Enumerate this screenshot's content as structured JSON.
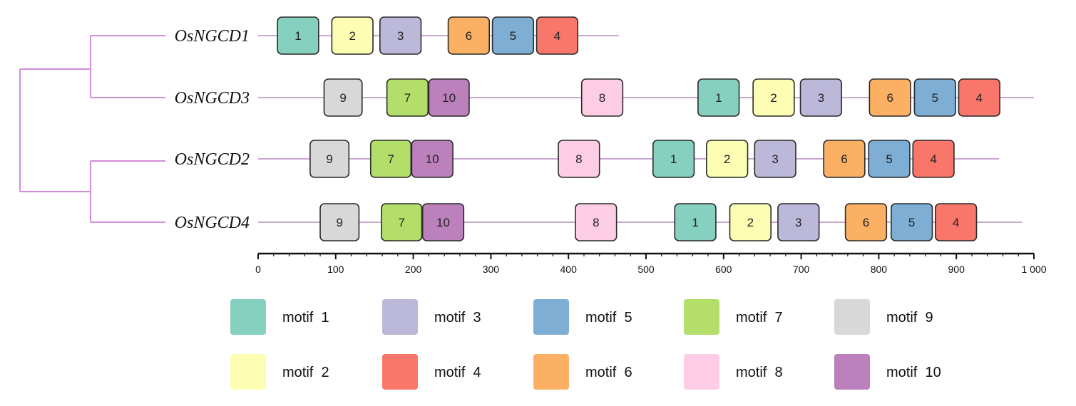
{
  "figure": {
    "tree_color": "#d08cd8",
    "backbone_color": "#c9a6cf"
  },
  "axis": {
    "min": 0,
    "max": 1000,
    "tick_values": [
      0,
      100,
      200,
      300,
      400,
      500,
      600,
      700,
      800,
      900,
      1000
    ],
    "tick_labels": [
      "0",
      "100",
      "200",
      "300",
      "400",
      "500",
      "600",
      "700",
      "800",
      "900",
      "1 000"
    ]
  },
  "motif_colors": {
    "1": "#85d0be",
    "2": "#fdfdb3",
    "3": "#bcb8d9",
    "4": "#f8776a",
    "5": "#7eaed3",
    "6": "#fbb063",
    "7": "#b3de69",
    "8": "#fccde5",
    "9": "#d8d8d8",
    "10": "#bc80bd"
  },
  "genes": [
    {
      "name": "OsNGCD1",
      "length": 465,
      "motifs": [
        {
          "id": "1",
          "label": "1",
          "start": 25,
          "end": 78
        },
        {
          "id": "2",
          "label": "2",
          "start": 95,
          "end": 148
        },
        {
          "id": "3",
          "label": "3",
          "start": 157,
          "end": 210
        },
        {
          "id": "6",
          "label": "6",
          "start": 245,
          "end": 298
        },
        {
          "id": "5",
          "label": "5",
          "start": 302,
          "end": 355
        },
        {
          "id": "4",
          "label": "4",
          "start": 359,
          "end": 412
        }
      ]
    },
    {
      "name": "OsNGCD3",
      "length": 1000,
      "motifs": [
        {
          "id": "9",
          "label": "9",
          "start": 85,
          "end": 134
        },
        {
          "id": "7",
          "label": "7",
          "start": 166,
          "end": 219
        },
        {
          "id": "10",
          "label": "10",
          "start": 220,
          "end": 272
        },
        {
          "id": "8",
          "label": "8",
          "start": 417,
          "end": 470
        },
        {
          "id": "1",
          "label": "1",
          "start": 567,
          "end": 620
        },
        {
          "id": "2",
          "label": "2",
          "start": 638,
          "end": 691
        },
        {
          "id": "3",
          "label": "3",
          "start": 699,
          "end": 752
        },
        {
          "id": "6",
          "label": "6",
          "start": 788,
          "end": 841
        },
        {
          "id": "5",
          "label": "5",
          "start": 846,
          "end": 899
        },
        {
          "id": "4",
          "label": "4",
          "start": 903,
          "end": 956
        }
      ]
    },
    {
      "name": "OsNGCD2",
      "length": 955,
      "motifs": [
        {
          "id": "9",
          "label": "9",
          "start": 67,
          "end": 117
        },
        {
          "id": "7",
          "label": "7",
          "start": 145,
          "end": 197
        },
        {
          "id": "10",
          "label": "10",
          "start": 198,
          "end": 251
        },
        {
          "id": "8",
          "label": "8",
          "start": 387,
          "end": 440
        },
        {
          "id": "1",
          "label": "1",
          "start": 509,
          "end": 562
        },
        {
          "id": "2",
          "label": "2",
          "start": 578,
          "end": 631
        },
        {
          "id": "3",
          "label": "3",
          "start": 640,
          "end": 693
        },
        {
          "id": "6",
          "label": "6",
          "start": 729,
          "end": 782
        },
        {
          "id": "5",
          "label": "5",
          "start": 787,
          "end": 840
        },
        {
          "id": "4",
          "label": "4",
          "start": 844,
          "end": 897
        }
      ]
    },
    {
      "name": "OsNGCD4",
      "length": 985,
      "motifs": [
        {
          "id": "9",
          "label": "9",
          "start": 80,
          "end": 130
        },
        {
          "id": "7",
          "label": "7",
          "start": 159,
          "end": 211
        },
        {
          "id": "10",
          "label": "10",
          "start": 212,
          "end": 265
        },
        {
          "id": "8",
          "label": "8",
          "start": 409,
          "end": 462
        },
        {
          "id": "1",
          "label": "1",
          "start": 537,
          "end": 590
        },
        {
          "id": "2",
          "label": "2",
          "start": 608,
          "end": 661
        },
        {
          "id": "3",
          "label": "3",
          "start": 670,
          "end": 723
        },
        {
          "id": "6",
          "label": "6",
          "start": 757,
          "end": 810
        },
        {
          "id": "5",
          "label": "5",
          "start": 816,
          "end": 869
        },
        {
          "id": "4",
          "label": "4",
          "start": 873,
          "end": 926
        }
      ]
    }
  ],
  "legend": [
    {
      "id": "1",
      "label": "motif  1"
    },
    {
      "id": "2",
      "label": "motif  2"
    },
    {
      "id": "3",
      "label": "motif  3"
    },
    {
      "id": "4",
      "label": "motif  4"
    },
    {
      "id": "5",
      "label": "motif  5"
    },
    {
      "id": "6",
      "label": "motif  6"
    },
    {
      "id": "7",
      "label": "motif  7"
    },
    {
      "id": "8",
      "label": "motif  8"
    },
    {
      "id": "9",
      "label": "motif  9"
    },
    {
      "id": "10",
      "label": "motif  10"
    }
  ]
}
